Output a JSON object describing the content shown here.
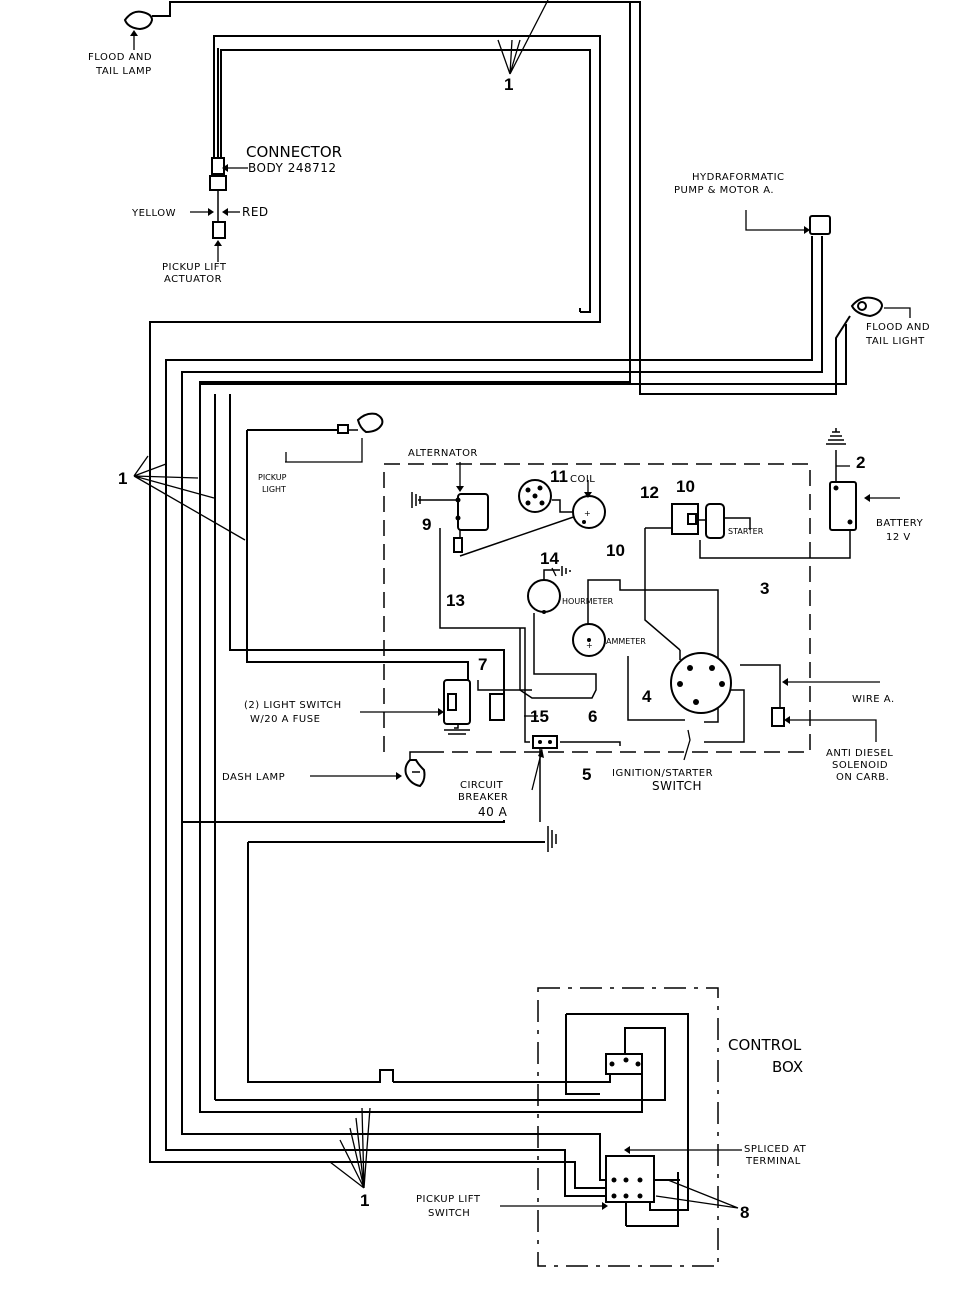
{
  "labels": {
    "flood_tail_lamp": [
      "FLOOD AND",
      "TAIL LAMP"
    ],
    "connector_body": [
      "CONNECTOR",
      "BODY 248712"
    ],
    "yellow": "YELLOW",
    "red": "RED",
    "pickup_lift_actuator": [
      "PICKUP LIFT",
      "ACTUATOR"
    ],
    "hydraformatic": [
      "HYDRAFORMATIC",
      "PUMP & MOTOR A."
    ],
    "flood_tail_light": [
      "FLOOD AND",
      "TAIL LIGHT"
    ],
    "pickup_light": [
      "PICKUP",
      "LIGHT"
    ],
    "alternator": "ALTERNATOR",
    "coil": "COIL",
    "starter": "STARTER",
    "battery": [
      "BATTERY",
      "12 V"
    ],
    "hourmeter": "HOURMETER",
    "ammeter": "AMMETER",
    "light_switch": [
      "(2) LIGHT SWITCH",
      "W/20 A FUSE"
    ],
    "wire_a": "WIRE A.",
    "anti_diesel": [
      "ANTI DIESEL",
      "SOLENOID",
      "ON CARB."
    ],
    "dash_lamp": "DASH LAMP",
    "circuit_breaker": [
      "CIRCUIT",
      "BREAKER",
      "40 A"
    ],
    "ignition_starter": [
      "IGNITION/STARTER",
      "SWITCH"
    ],
    "control_box": [
      "CONTROL",
      "BOX"
    ],
    "spliced": [
      "SPLICED AT",
      "TERMINAL"
    ],
    "pickup_lift_switch": [
      "PICKUP LIFT",
      "SWITCH"
    ]
  },
  "callouts": {
    "n1_top": "1",
    "n1_left": "1",
    "n1_bottom": "1",
    "n2": "2",
    "n3": "3",
    "n4": "4",
    "n5": "5",
    "n6": "6",
    "n7": "7",
    "n8": "8",
    "n9": "9",
    "n10_a": "10",
    "n10_b": "10",
    "n11": "11",
    "n12": "12",
    "n13": "13",
    "n14": "14",
    "n15": "15"
  }
}
